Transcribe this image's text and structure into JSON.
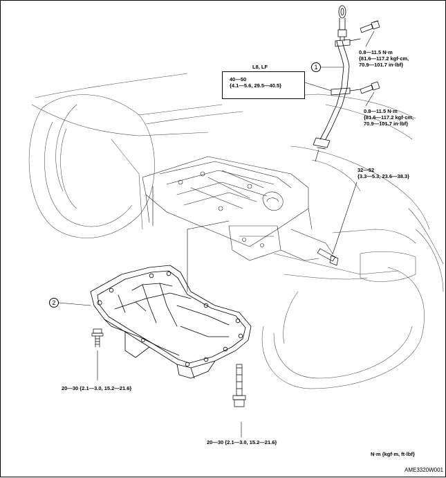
{
  "header": {
    "engine_label": "L8, LF"
  },
  "callouts": {
    "part_1": "1",
    "part_2": "2"
  },
  "torque": {
    "dipstick_tube_upper": [
      "0.8—11.5 N·m",
      "{81.6—117.2 kgf·cm,",
      "70.9—101.7 in·lbf}"
    ],
    "dipstick_tube_lower": [
      "0.8—11.5 N·m",
      "{81.6—117.2 kgf·cm,",
      "70.9—101.7 in·lbf}"
    ],
    "l8_lf_bolt": [
      "40—50",
      "{4.1—5.6, 29.5—40.5}"
    ],
    "transaxle_bolt": [
      "32—52",
      "{3.3—5.3, 23.6—38.3}"
    ],
    "oil_pan_bolt_left": "20—30 {2.1—3.0, 15.2—21.6}",
    "oil_pan_bolt_bottom": "20—30 {2.1—3.0, 15.2—21.6}"
  },
  "units_note": "N·m {kgf·m, ft·lbf}",
  "figure_code": "AME3320W001"
}
